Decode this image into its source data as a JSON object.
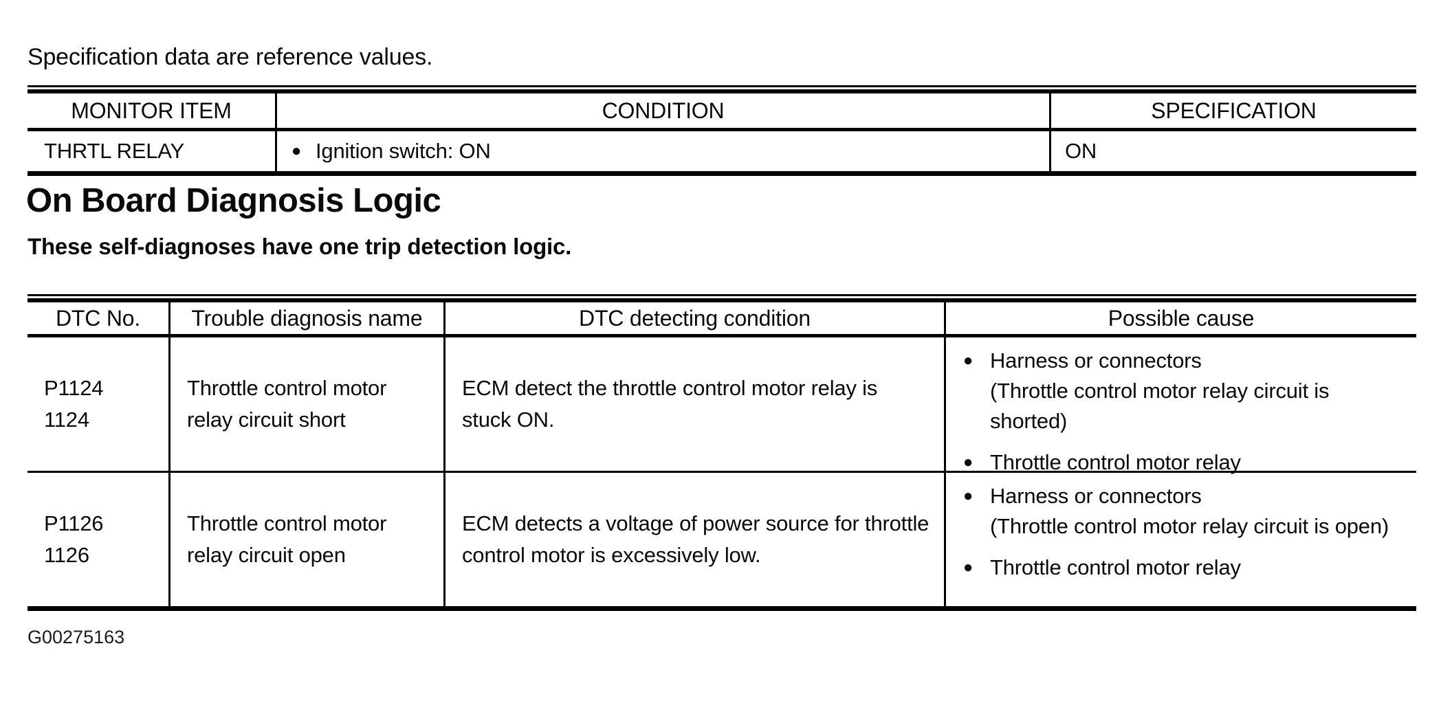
{
  "page": {
    "note": "Specification data are reference values.",
    "figure_id": "G00275163"
  },
  "icons": {
    "bullet": "●"
  },
  "colors": {
    "ink": "#000000",
    "paper": "#ffffff"
  },
  "monitor_table": {
    "headers": [
      "MONITOR ITEM",
      "CONDITION",
      "SPECIFICATION"
    ],
    "rows": [
      {
        "monitor_item": "THRTL RELAY",
        "condition": "Ignition switch: ON",
        "specification": "ON"
      }
    ]
  },
  "obd_section": {
    "title": "On Board Diagnosis Logic",
    "subtitle": "These self-diagnoses have one trip detection logic."
  },
  "dtc_table": {
    "headers": [
      "DTC No.",
      "Trouble diagnosis name",
      "DTC detecting condition",
      "Possible cause"
    ],
    "rows": [
      {
        "dtc_no": [
          "P1124",
          "1124"
        ],
        "name": "Throttle control motor relay circuit short",
        "condition": "ECM detect the throttle control motor relay is stuck ON.",
        "causes": [
          {
            "lines": [
              "Harness or connectors",
              "(Throttle control motor relay circuit is shorted)"
            ]
          },
          {
            "lines": [
              "Throttle control motor relay"
            ]
          }
        ]
      },
      {
        "dtc_no": [
          "P1126",
          "1126"
        ],
        "name": "Throttle control motor relay circuit open",
        "condition": "ECM detects a voltage of power source for throttle control motor is excessively low.",
        "causes": [
          {
            "lines": [
              "Harness or connectors",
              "(Throttle control motor relay circuit is open)"
            ]
          },
          {
            "lines": [
              "Throttle control motor relay"
            ]
          }
        ]
      }
    ]
  }
}
